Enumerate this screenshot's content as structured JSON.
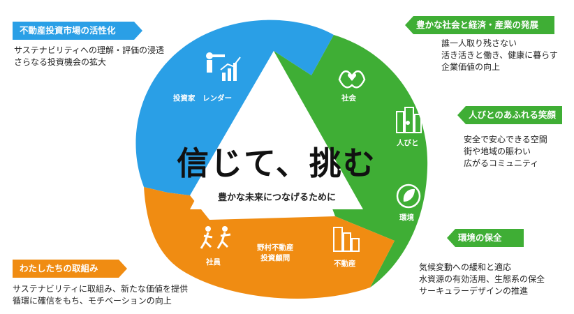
{
  "colors": {
    "blue": "#2a9fe6",
    "green": "#3fae35",
    "orange": "#f08c12"
  },
  "headline": {
    "title": "信じて、挑む",
    "subtitle": "豊かな未来につなげるために"
  },
  "segments": {
    "blue": {
      "label": "投資家　レンダー"
    },
    "green": {
      "society": "社会",
      "people": "人びと",
      "environment": "環境"
    },
    "orange": {
      "employees": "社員",
      "brand": "野村不動産\n投資顧問",
      "real_estate": "不動産"
    }
  },
  "callouts": {
    "market": {
      "tag": "不動産投資市場の活性化",
      "lines": [
        "サステナビリティへの理解・評価の浸透",
        "さらなる投資機会の拡大"
      ]
    },
    "economy": {
      "tag": "豊かな社会と経済・産業の発展",
      "lines": [
        "誰一人取り残さない",
        "活き活きと働き、健康に暮らす",
        "企業価値の向上"
      ]
    },
    "smiles": {
      "tag": "人びとのあふれる笑顔",
      "lines": [
        "安全で安心できる空間",
        "街や地域の賑わい",
        "広がるコミュニティ"
      ]
    },
    "environment": {
      "tag": "環境の保全",
      "lines": [
        "気候変動への緩和と適応",
        "水資源の有効活用、生態系の保全",
        "サーキュラーデザインの推進"
      ]
    },
    "ours": {
      "tag": "わたしたちの取組み",
      "lines": [
        "サステナビリティに取組み、新たな価値を提供",
        "循環に確信をもち、モチベーションの向上"
      ]
    }
  }
}
